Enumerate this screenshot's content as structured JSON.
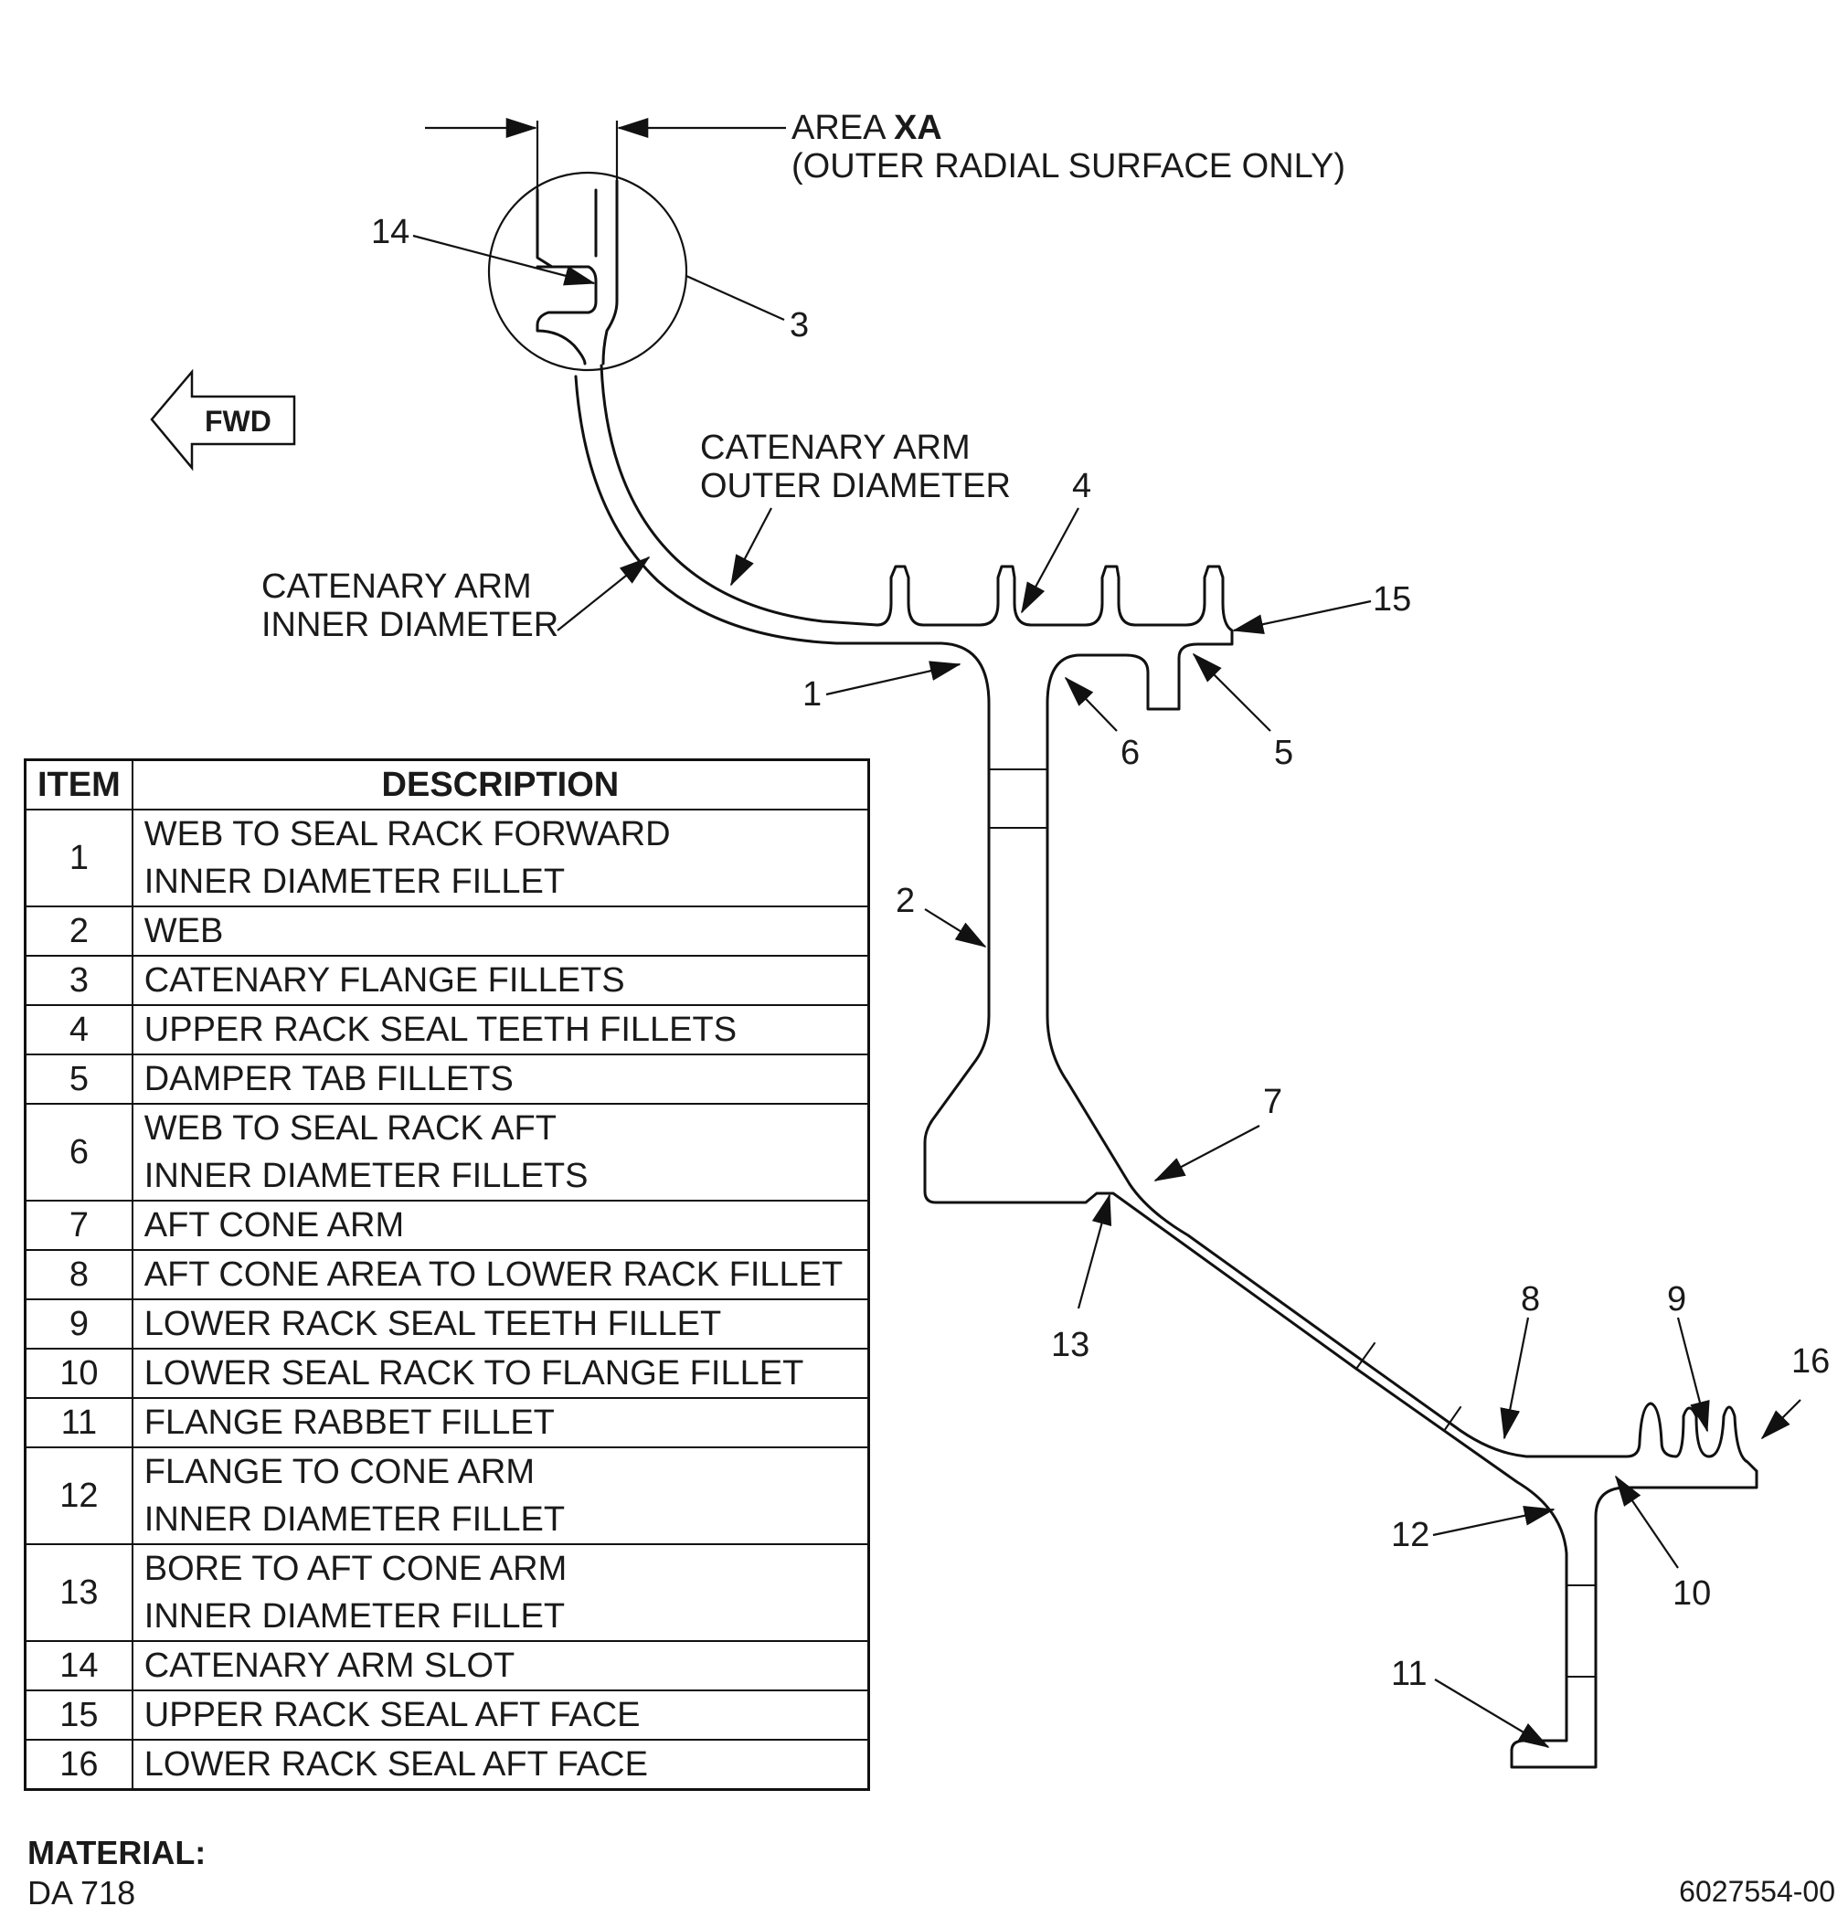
{
  "callouts": {
    "area_prefix": "AREA ",
    "area_name": "XA",
    "area_note": "(OUTER RADIAL SURFACE ONLY)",
    "fwd": "FWD",
    "catenary_od_1": "CATENARY ARM",
    "catenary_od_2": "OUTER DIAMETER",
    "catenary_id_1": "CATENARY ARM",
    "catenary_id_2": "INNER DIAMETER",
    "n1": "1",
    "n2": "2",
    "n3": "3",
    "n4": "4",
    "n5": "5",
    "n6": "6",
    "n7": "7",
    "n8": "8",
    "n9": "9",
    "n10": "10",
    "n11": "11",
    "n12": "12",
    "n13": "13",
    "n14": "14",
    "n15": "15",
    "n16": "16"
  },
  "table": {
    "header_item": "ITEM",
    "header_description": "DESCRIPTION",
    "rows": [
      {
        "item": "1",
        "line1": "WEB TO SEAL RACK FORWARD",
        "line2": "INNER DIAMETER FILLET"
      },
      {
        "item": "2",
        "line1": "WEB",
        "line2": ""
      },
      {
        "item": "3",
        "line1": "CATENARY FLANGE FILLETS",
        "line2": ""
      },
      {
        "item": "4",
        "line1": "UPPER RACK SEAL TEETH FILLETS",
        "line2": ""
      },
      {
        "item": "5",
        "line1": "DAMPER TAB FILLETS",
        "line2": ""
      },
      {
        "item": "6",
        "line1": "WEB TO SEAL RACK AFT",
        "line2": "INNER DIAMETER FILLETS"
      },
      {
        "item": "7",
        "line1": "AFT CONE ARM",
        "line2": ""
      },
      {
        "item": "8",
        "line1": "AFT CONE AREA TO LOWER RACK FILLET",
        "line2": ""
      },
      {
        "item": "9",
        "line1": "LOWER RACK SEAL TEETH FILLET",
        "line2": ""
      },
      {
        "item": "10",
        "line1": "LOWER SEAL RACK TO FLANGE FILLET",
        "line2": ""
      },
      {
        "item": "11",
        "line1": "FLANGE RABBET FILLET",
        "line2": ""
      },
      {
        "item": "12",
        "line1": "FLANGE TO CONE ARM",
        "line2": "INNER DIAMETER FILLET"
      },
      {
        "item": "13",
        "line1": "BORE TO AFT CONE ARM",
        "line2": "INNER DIAMETER FILLET"
      },
      {
        "item": "14",
        "line1": "CATENARY ARM SLOT",
        "line2": ""
      },
      {
        "item": "15",
        "line1": "UPPER RACK SEAL AFT FACE",
        "line2": ""
      },
      {
        "item": "16",
        "line1": "LOWER RACK SEAL AFT FACE",
        "line2": ""
      }
    ]
  },
  "material": {
    "label": "MATERIAL:",
    "value": "DA 718"
  },
  "drawing_number": "6027554-00"
}
